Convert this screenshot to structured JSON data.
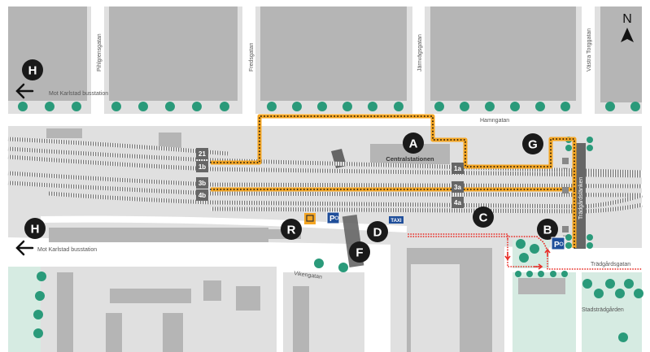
{
  "map": {
    "north_label": "N",
    "streets": {
      "pihlgrensgatan": "Pihlgrensgatan",
      "fredsgatan": "Fredsgatan",
      "jarnvagsgatan": "Järnvägsgatan",
      "vastra_torggatan": "Västra Torggatan",
      "hamngatan": "Hamngatan",
      "vikengatan": "Vikengatan",
      "tradgardsgatan": "Trädgårdsgatan",
      "tradgardslanken": "Trädgårdslänken"
    },
    "places": {
      "station": "Centralstationen",
      "park": "Stadsträdgården"
    },
    "directions": {
      "bus_station_top": "Mot Karlstad busstation",
      "bus_station_bottom": "Mot Karlstad busstation"
    },
    "markers": [
      {
        "id": "H1",
        "label": "H"
      },
      {
        "id": "H2",
        "label": "H"
      },
      {
        "id": "A",
        "label": "A"
      },
      {
        "id": "G",
        "label": "G"
      },
      {
        "id": "C",
        "label": "C"
      },
      {
        "id": "B",
        "label": "B"
      },
      {
        "id": "D",
        "label": "D"
      },
      {
        "id": "F",
        "label": "F"
      },
      {
        "id": "R",
        "label": "R"
      }
    ],
    "platforms": [
      "21",
      "1b",
      "3b",
      "4b",
      "1a",
      "3a",
      "4a"
    ],
    "taxi_label": "TAXI",
    "parking_label": "P",
    "lift_label": "Hiss",
    "icons": [
      "parking-accessible-icon",
      "taxi-icon",
      "bus-icon",
      "lift-icon",
      "north-arrow-icon",
      "arrow-left-icon",
      "tree-icon"
    ],
    "colors": {
      "accessible_route": "#f5a623",
      "walking_route": "#e8302a",
      "marker": "#1a1a1a",
      "parking": "#1f4e9a",
      "tree": "#2a9a7a",
      "park": "#d6ebe2",
      "building": "#b5b5b5",
      "ground": "#e0e0e0"
    }
  }
}
